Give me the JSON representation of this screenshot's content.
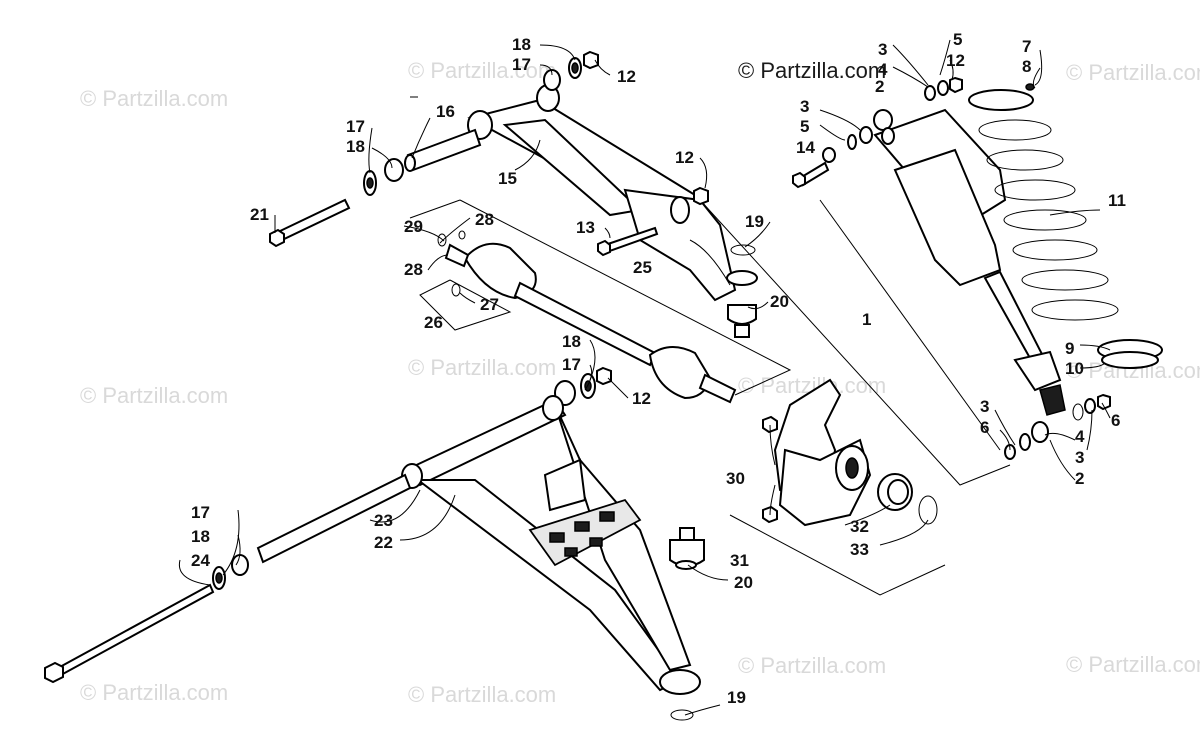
{
  "watermark": {
    "text": "© Partzilla.com",
    "main_text": "© Partzilla.com"
  },
  "callouts": {
    "c1": "1",
    "c2a": "2",
    "c2b": "2",
    "c3a": "3",
    "c3b": "3",
    "c3c": "3",
    "c3d": "3",
    "c4a": "4",
    "c4b": "4",
    "c5a": "5",
    "c5b": "5",
    "c6a": "6",
    "c6b": "6",
    "c7": "7",
    "c8": "8",
    "c9": "9",
    "c10": "10",
    "c11": "11",
    "c12a": "12",
    "c12b": "12",
    "c12c": "12",
    "c12d": "12",
    "c13": "13",
    "c14": "14",
    "c15": "15",
    "c16": "16",
    "c17a": "17",
    "c17b": "17",
    "c17c": "17",
    "c17d": "17",
    "c18a": "18",
    "c18b": "18",
    "c18c": "18",
    "c18d": "18",
    "c19a": "19",
    "c19b": "19",
    "c20a": "20",
    "c20b": "20",
    "c21": "21",
    "c22": "22",
    "c23": "23",
    "c24": "24",
    "c25": "25",
    "c26": "26",
    "c27": "27",
    "c28a": "28",
    "c28b": "28",
    "c29": "29",
    "c30": "30",
    "c31": "31",
    "c32": "32",
    "c33": "33"
  }
}
